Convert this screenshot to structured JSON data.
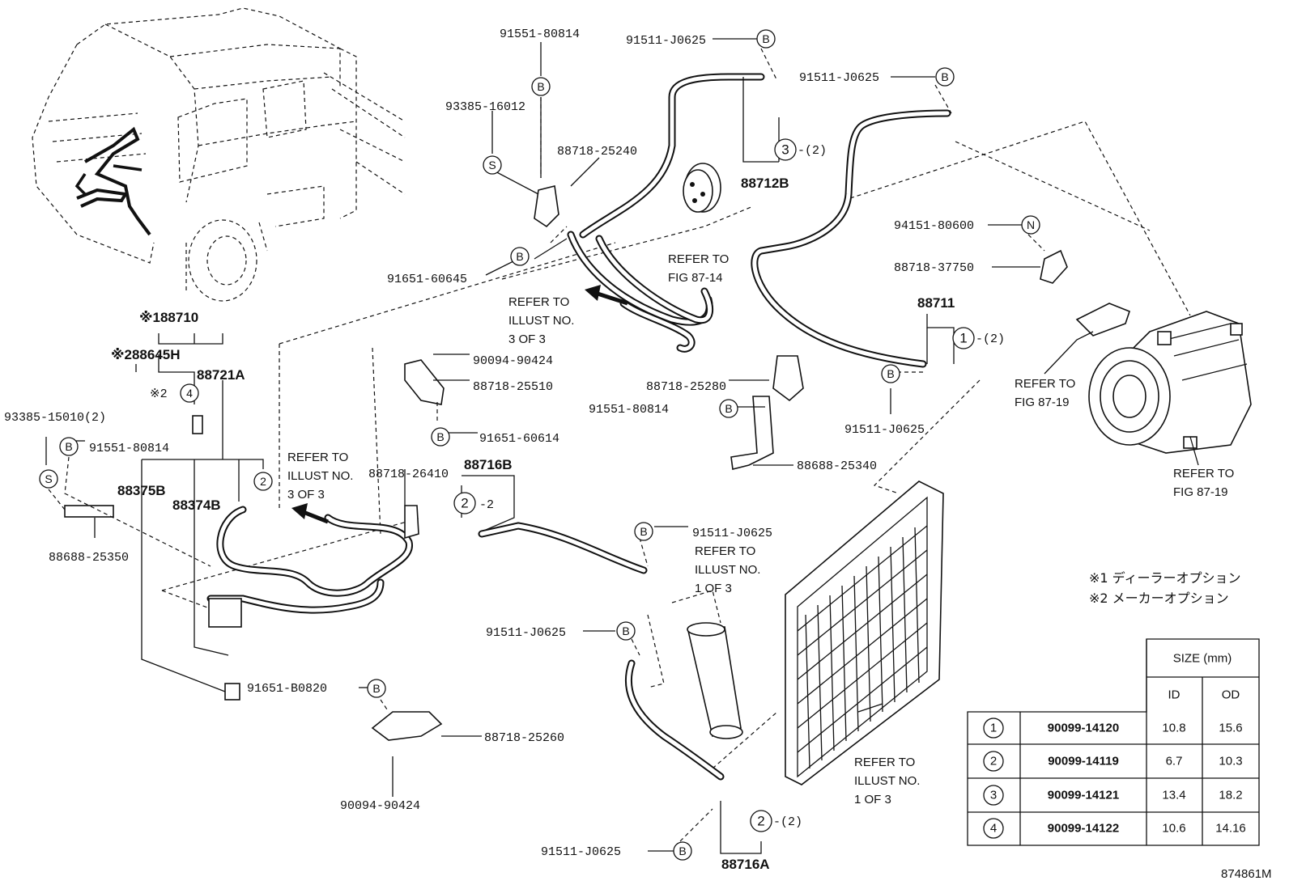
{
  "labels": {
    "p_91551_80814_top": "91551-80814",
    "p_93385_16012": "93385-16012",
    "p_88718_25240": "88718-25240",
    "p_91511_J0625_a": "91511-J0625",
    "p_91511_J0625_b": "91511-J0625",
    "p_88712B": "88712B",
    "p_3_qty": "-(2)",
    "p_91651_60645": "91651-60645",
    "refer_87_14_a": "REFER TO",
    "refer_87_14_b": "FIG 87-14",
    "refer_illust3_a_1": "REFER TO",
    "refer_illust3_a_2": "ILLUST NO.",
    "refer_illust3_a_3": "3 OF 3",
    "p_94151_80600": "94151-80600",
    "p_88718_37750": "88718-37750",
    "p_88711": "88711",
    "p_1_qty": "-(2)",
    "refer_87_19_a1": "REFER TO",
    "refer_87_19_a2": "FIG 87-19",
    "refer_87_19_b1": "REFER TO",
    "refer_87_19_b2": "FIG 87-19",
    "p_88710": "※188710",
    "p_88645H": "※288645H",
    "p_88721A": "88721A",
    "p_note2_4": "※2",
    "p_90094_90424_a": "90094-90424",
    "p_88718_25510": "88718-25510",
    "p_91651_60614": "91651-60614",
    "p_88718_25280": "88718-25280",
    "p_91551_80814_mid": "91551-80814",
    "p_91511_J0625_c": "91511-J0625",
    "p_93385_15010": "93385-15010(2)",
    "p_91551_80814_left": "91551-80814",
    "p_88375B": "88375B",
    "p_88374B": "88374B",
    "p_88688_25350": "88688-25350",
    "refer_illust3_b_1": "REFER TO",
    "refer_illust3_b_2": "ILLUST NO.",
    "refer_illust3_b_3": "3 OF 3",
    "p_88718_26410": "88718-26410",
    "p_88716B": "88716B",
    "p_2_qty_a": "-2",
    "p_88688_25340": "88688-25340",
    "p_91511_J0625_d": "91511-J0625",
    "refer_illust1_a_1": "REFER TO",
    "refer_illust1_a_2": "ILLUST NO.",
    "refer_illust1_a_3": "1 OF 3",
    "p_91511_J0625_e": "91511-J0625",
    "p_91651_B0820": "91651-B0820",
    "p_88718_25260": "88718-25260",
    "p_90094_90424_b": "90094-90424",
    "p_91511_J0625_f": "91511-J0625",
    "p_2_qty_b": "-(2)",
    "p_88716A": "88716A",
    "refer_illust1_b_1": "REFER TO",
    "refer_illust1_b_2": "ILLUST NO.",
    "refer_illust1_b_3": "1 OF 3",
    "note1": "※1 ディーラーオプション",
    "note2": "※2 メーカーオプション",
    "fig_id": "874861M"
  },
  "symbols": {
    "B": "B",
    "S": "S",
    "N": "N",
    "n1": "1",
    "n2": "2",
    "n3": "3",
    "n4": "4"
  },
  "table": {
    "header_size": "SIZE (mm)",
    "header_id": "ID",
    "header_od": "OD",
    "rows": [
      {
        "ref": "1",
        "part": "90099-14120",
        "id": "10.8",
        "od": "15.6"
      },
      {
        "ref": "2",
        "part": "90099-14119",
        "id": "6.7",
        "od": "10.3"
      },
      {
        "ref": "3",
        "part": "90099-14121",
        "id": "13.4",
        "od": "18.2"
      },
      {
        "ref": "4",
        "part": "90099-14122",
        "id": "10.6",
        "od": "14.16"
      }
    ]
  }
}
